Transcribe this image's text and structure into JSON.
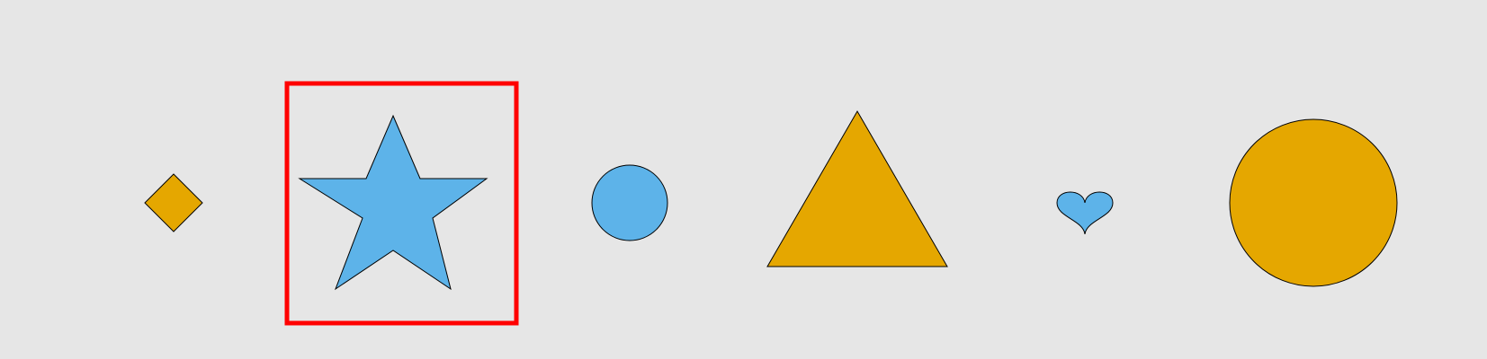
{
  "colors": {
    "background": "#e6e6e6",
    "orange": "#e5a700",
    "blue": "#5db3e9",
    "outline": "#000000",
    "highlight": "#ff0000"
  },
  "shapes": [
    {
      "kind": "diamond",
      "color": "orange"
    },
    {
      "kind": "star",
      "color": "blue",
      "highlighted": true
    },
    {
      "kind": "circle",
      "color": "blue"
    },
    {
      "kind": "triangle",
      "color": "orange"
    },
    {
      "kind": "heart",
      "color": "blue"
    },
    {
      "kind": "circle",
      "color": "orange"
    }
  ]
}
